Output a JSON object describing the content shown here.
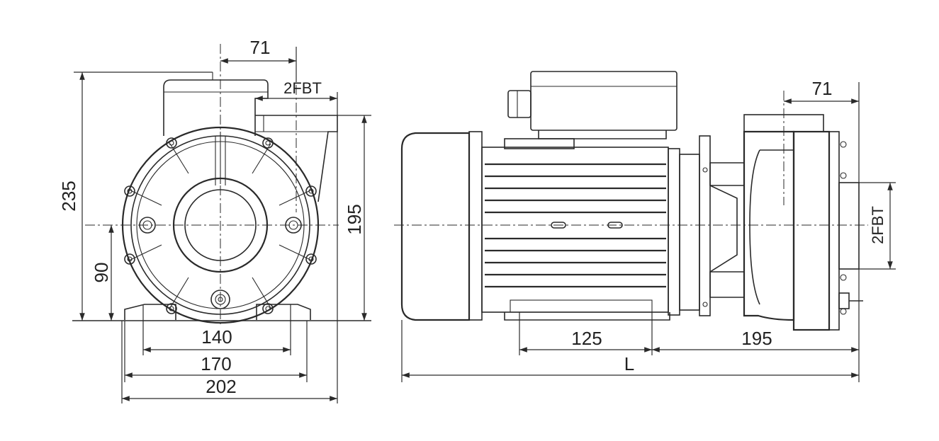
{
  "front_view": {
    "dim_top": "71",
    "dim_outlet": "2FBT",
    "dim_height_total": "235",
    "dim_height_outlet": "195",
    "dim_shaft_height": "90",
    "dim_bolt_span": "140",
    "dim_foot_span": "170",
    "dim_base_width": "202"
  },
  "side_view": {
    "dim_top": "71",
    "dim_inlet": "2FBT",
    "dim_foot": "125",
    "dim_pump": "195",
    "dim_length": "L"
  }
}
